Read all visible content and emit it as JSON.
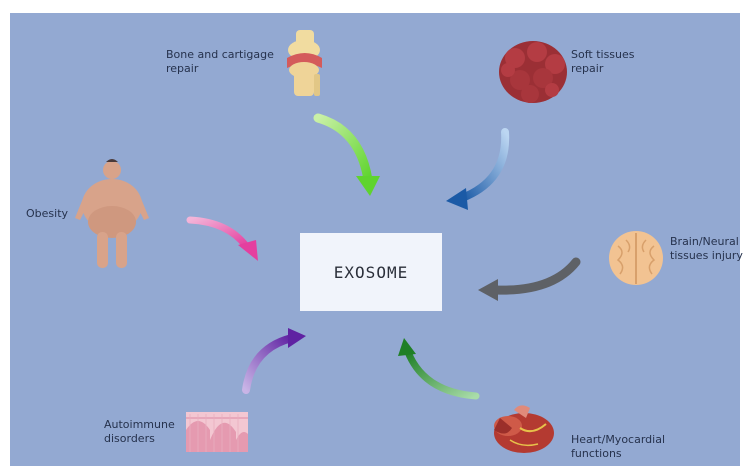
{
  "center": {
    "label": "EXOSOME"
  },
  "nodes": [
    {
      "id": "bone",
      "label": "Bone and cartigage\nrepair",
      "icon": "knee-joint-icon",
      "arrow_color": "#6ad43a"
    },
    {
      "id": "soft",
      "label": "Soft tissues\nrepair",
      "icon": "tissue-icon",
      "arrow_color": "#1f5fa8"
    },
    {
      "id": "obesity",
      "label": "Obesity",
      "icon": "obese-body-icon",
      "arrow_color": "#e64fa8"
    },
    {
      "id": "brain",
      "label": "Brain/Neural\ntissues injury",
      "icon": "brain-icon",
      "arrow_color": "#5e6166"
    },
    {
      "id": "autoimmune",
      "label": "Autoimmune\ndisorders",
      "icon": "intestine-tissue-icon",
      "arrow_color": "#6a2aa8"
    },
    {
      "id": "heart",
      "label": "Heart/Myocardial\nfunctions",
      "icon": "heart-icon",
      "arrow_color": "#2a8a2a"
    }
  ]
}
